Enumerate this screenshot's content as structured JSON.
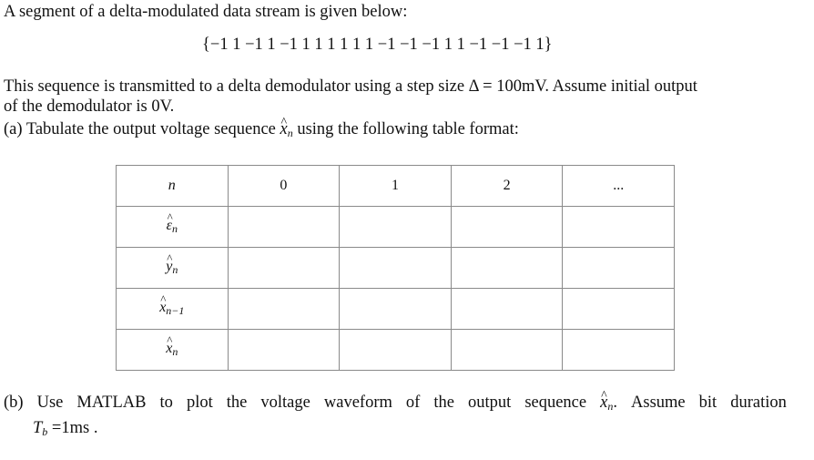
{
  "intro": "A segment of a delta-modulated data stream is given below:",
  "stream": "{−1 1 −1 1 −1 1 1 1 1 1 1 −1 −1 −1 1 1 −1 −1 −1 1}",
  "para1": "This sequence is transmitted to a delta demodulator using a step size Δ = 100mV. Assume initial output",
  "para2": "of the demodulator is 0V.",
  "parta": {
    "prefix": "(a) Tabulate the output voltage sequence",
    "var": "x",
    "sub": "n",
    "suffix": "using the following table format:"
  },
  "table": {
    "header_label": "n",
    "columns": [
      "0",
      "1",
      "2",
      "..."
    ],
    "rows": [
      {
        "var": "ε",
        "sub": "n"
      },
      {
        "var": "y",
        "sub": "n"
      },
      {
        "var": "x",
        "sub": "n−1"
      },
      {
        "var": "x",
        "sub": "n"
      }
    ]
  },
  "partb": {
    "words": [
      "(b)",
      "Use",
      "MATLAB",
      "to",
      "plot",
      "the",
      "voltage",
      "waveform",
      "of",
      "the",
      "output",
      "sequence"
    ],
    "var": "x",
    "sub": "n",
    "tail_words": [
      ".",
      "Assume",
      "bit",
      "duration"
    ]
  },
  "tb": {
    "var": "T",
    "sub": "b",
    "rest": " =1ms ."
  }
}
